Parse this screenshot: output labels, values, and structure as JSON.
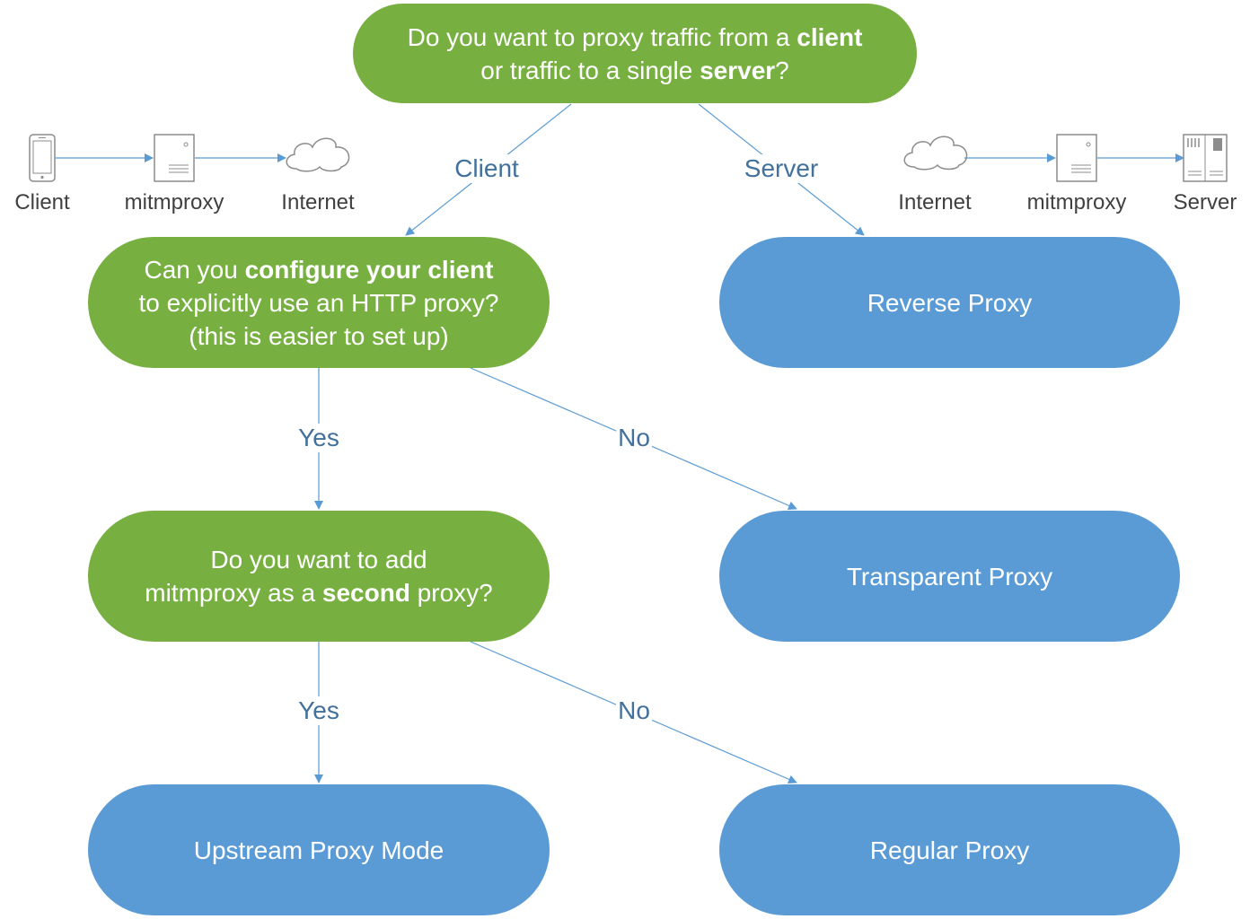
{
  "nodes": {
    "q1": {
      "line1_a": "Do you want to proxy traffic from a ",
      "line1_b": "client",
      "line2_a": "or traffic to a single ",
      "line2_b": "server",
      "line2_c": "?"
    },
    "q2": {
      "line1_a": "Can you ",
      "line1_b": "configure your client",
      "line2": "to explicitly use an HTTP proxy?",
      "line3": "(this is easier to set up)"
    },
    "q3": {
      "line1": "Do you want to add",
      "line2_a": "mitmproxy as a ",
      "line2_b": "second",
      "line2_c": " proxy?"
    },
    "reverse": "Reverse Proxy",
    "transparent": "Transparent Proxy",
    "upstream": "Upstream Proxy Mode",
    "regular": "Regular Proxy"
  },
  "edges": {
    "client": "Client",
    "server": "Server",
    "q2_yes": "Yes",
    "q2_no": "No",
    "q3_yes": "Yes",
    "q3_no": "No"
  },
  "client_flow": {
    "client": "Client",
    "mitmproxy": "mitmproxy",
    "internet": "Internet"
  },
  "server_flow": {
    "internet": "Internet",
    "mitmproxy": "mitmproxy",
    "server": "Server"
  },
  "colors": {
    "decision": "#77b041",
    "result": "#5b9bd5",
    "edge": "#5b9bd5",
    "label": "#41719c"
  }
}
